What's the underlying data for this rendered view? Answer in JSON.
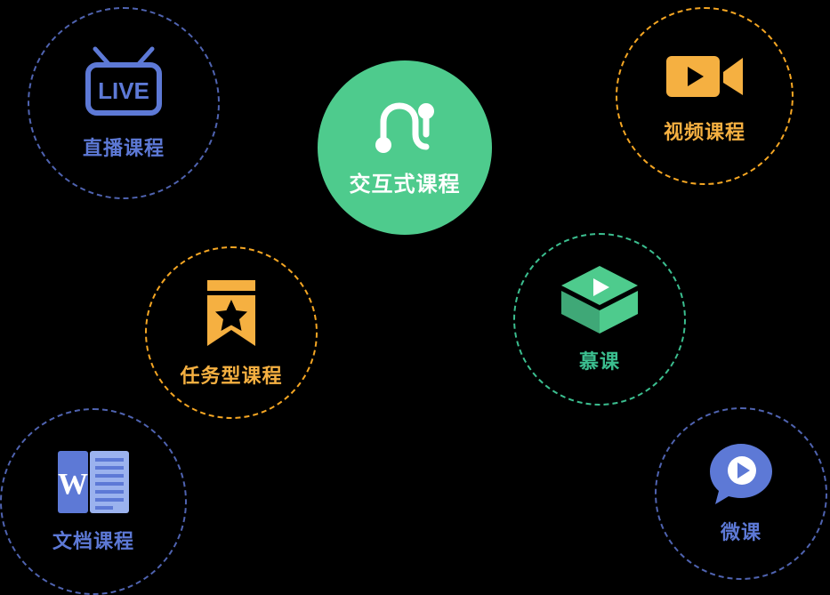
{
  "diagram": {
    "background_color": "#000000",
    "center": {
      "id": "interactive-course",
      "label": "交互式课程",
      "icon": "path-nodes-icon",
      "fill_color": "#4ECB8D",
      "label_color": "#FFFFFF"
    },
    "nodes": [
      {
        "id": "live-course",
        "label": "直播课程",
        "icon": "live-tv-icon",
        "icon_color": "#5D79D6",
        "ring_color": "#4F63B0",
        "label_color": "#5D79D6",
        "ring_style": "dashed"
      },
      {
        "id": "video-course",
        "label": "视频课程",
        "icon": "video-camera-icon",
        "icon_color": "#F5B041",
        "ring_color": "#F5A623",
        "label_color": "#F5B041",
        "ring_style": "dashed"
      },
      {
        "id": "task-course",
        "label": "任务型课程",
        "icon": "star-banner-icon",
        "icon_color": "#F5B041",
        "ring_color": "#F5A623",
        "label_color": "#F5B041",
        "ring_style": "dashed"
      },
      {
        "id": "mooc",
        "label": "慕课",
        "icon": "graduation-cap-play-icon",
        "icon_color": "#4ECB8D",
        "ring_color": "#3BBE8F",
        "label_color": "#3BBE8F",
        "ring_style": "dashed"
      },
      {
        "id": "document-course",
        "label": "文档课程",
        "icon": "word-document-icon",
        "icon_color": "#5D79D6",
        "ring_color": "#4F63B0",
        "label_color": "#5D79D6",
        "ring_style": "dashed"
      },
      {
        "id": "micro-course",
        "label": "微课",
        "icon": "speech-bubble-play-icon",
        "icon_color": "#5D79D6",
        "ring_color": "#4F63B0",
        "label_color": "#5D79D6",
        "ring_style": "dashed"
      }
    ],
    "icon_text": {
      "live_word": "LIVE",
      "word_letter": "W"
    }
  }
}
